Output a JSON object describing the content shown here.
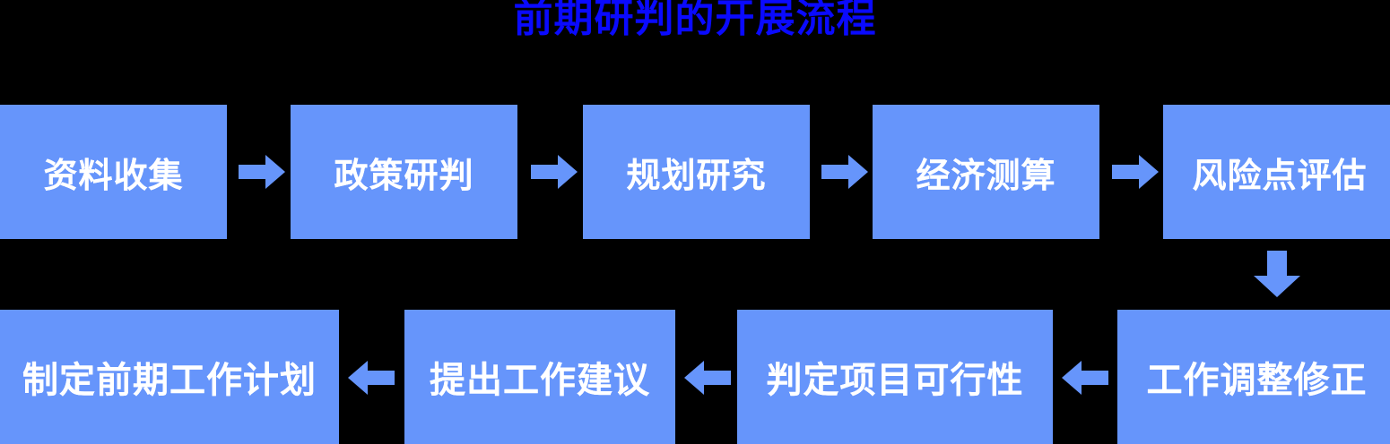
{
  "title": "前期研判的开展流程",
  "colors": {
    "background": "#000000",
    "node_fill": "#6695fb",
    "node_text": "#ffffff",
    "title_text": "#0a0aff",
    "arrow_fill": "#6695fb"
  },
  "flow": {
    "row1": [
      {
        "label": "资料收集"
      },
      {
        "label": "政策研判"
      },
      {
        "label": "规划研究"
      },
      {
        "label": "经济测算"
      },
      {
        "label": "风险点评估"
      }
    ],
    "row2": [
      {
        "label": "制定前期工作计划"
      },
      {
        "label": "提出工作建议"
      },
      {
        "label": "判定项目可行性"
      },
      {
        "label": "工作调整修正"
      }
    ],
    "connectors": [
      {
        "name": "arrow-collect-to-policy",
        "direction": "right"
      },
      {
        "name": "arrow-policy-to-planning",
        "direction": "right"
      },
      {
        "name": "arrow-planning-to-economics",
        "direction": "right"
      },
      {
        "name": "arrow-economics-to-risk",
        "direction": "right"
      },
      {
        "name": "arrow-risk-to-adjust",
        "direction": "down"
      },
      {
        "name": "arrow-adjust-to-feasibility",
        "direction": "left"
      },
      {
        "name": "arrow-feasibility-to-suggestion",
        "direction": "left"
      },
      {
        "name": "arrow-suggestion-to-plan",
        "direction": "left"
      }
    ]
  }
}
